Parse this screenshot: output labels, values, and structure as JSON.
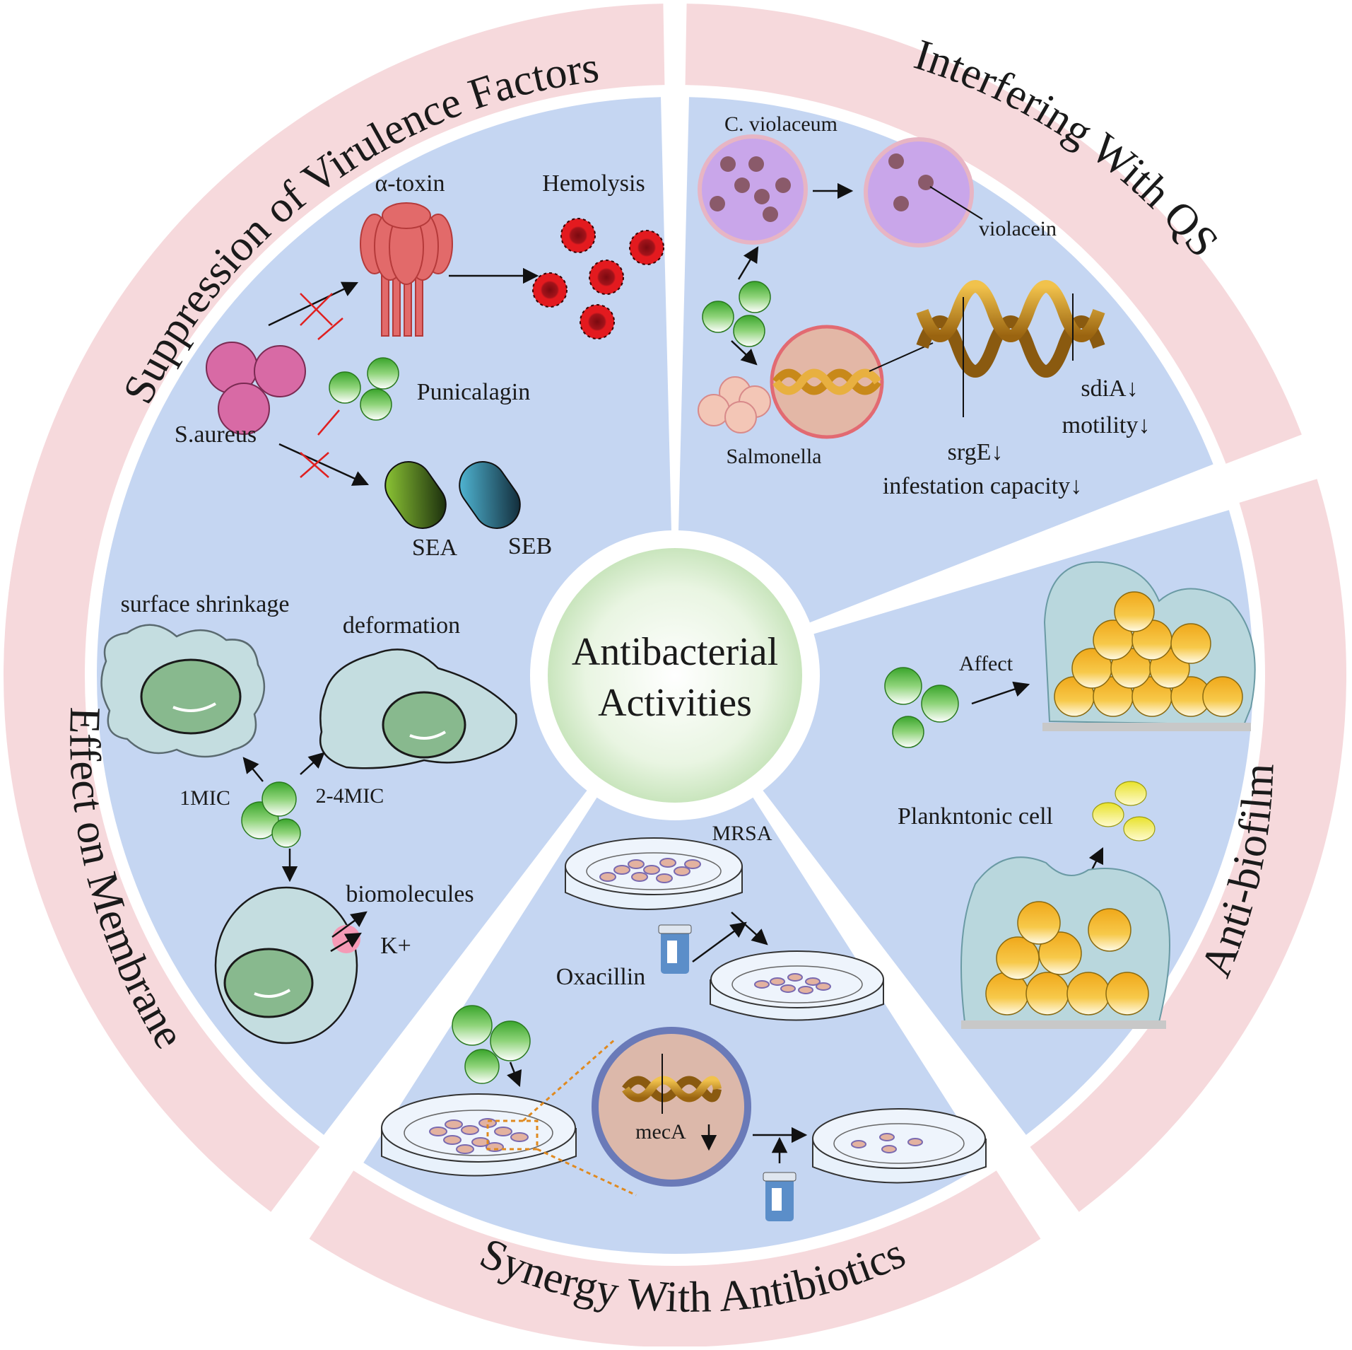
{
  "center": {
    "line1": "Antibacterial",
    "line2": "Activities"
  },
  "sections": {
    "virulence": {
      "title": "Suppression of Virulence Factors",
      "alpha_toxin": "α-toxin",
      "hemolysis": "Hemolysis",
      "saureus": "S.aureus",
      "punicalagin": "Punicalagin",
      "sea": "SEA",
      "seb": "SEB"
    },
    "qs": {
      "title": "Interfering With QS",
      "cviolaceum": "C. violaceum",
      "violacein": "violacein",
      "salmonella": "Salmonella",
      "sdia": "sdiA↓",
      "motility": "motility↓",
      "srge": "srgE↓",
      "infestation": "infestation capacity↓"
    },
    "biofilm": {
      "title": "Anti-biofilm",
      "affect": "Affect",
      "planktonic": "Plankntonic cell"
    },
    "synergy": {
      "title": "Synergy With Antibiotics",
      "mrsa": "MRSA",
      "oxacillin": "Oxacillin",
      "meca": "mecA"
    },
    "membrane": {
      "title": "Effect on Membrane",
      "shrinkage": "surface shrinkage",
      "deformation": "deformation",
      "mic1": "1MIC",
      "mic24": "2-4MIC",
      "biomolecules": "biomolecules",
      "kplus": "K+"
    }
  },
  "colors": {
    "ring": "#f6d9dc",
    "sector": "#c5d6f2",
    "divider": "#ffffff",
    "green_ball": "#57b83a",
    "cell_pink": "#d85a96",
    "rbc_red": "#e0161c",
    "toxin_red": "#e06060",
    "violet_cell": "#c6a3e8",
    "salmonella": "#f3c2b2",
    "dna_gold": "#d49a21",
    "biofilm_cell": "#f2b320",
    "biofilm_matrix": "#b9d7dd"
  }
}
